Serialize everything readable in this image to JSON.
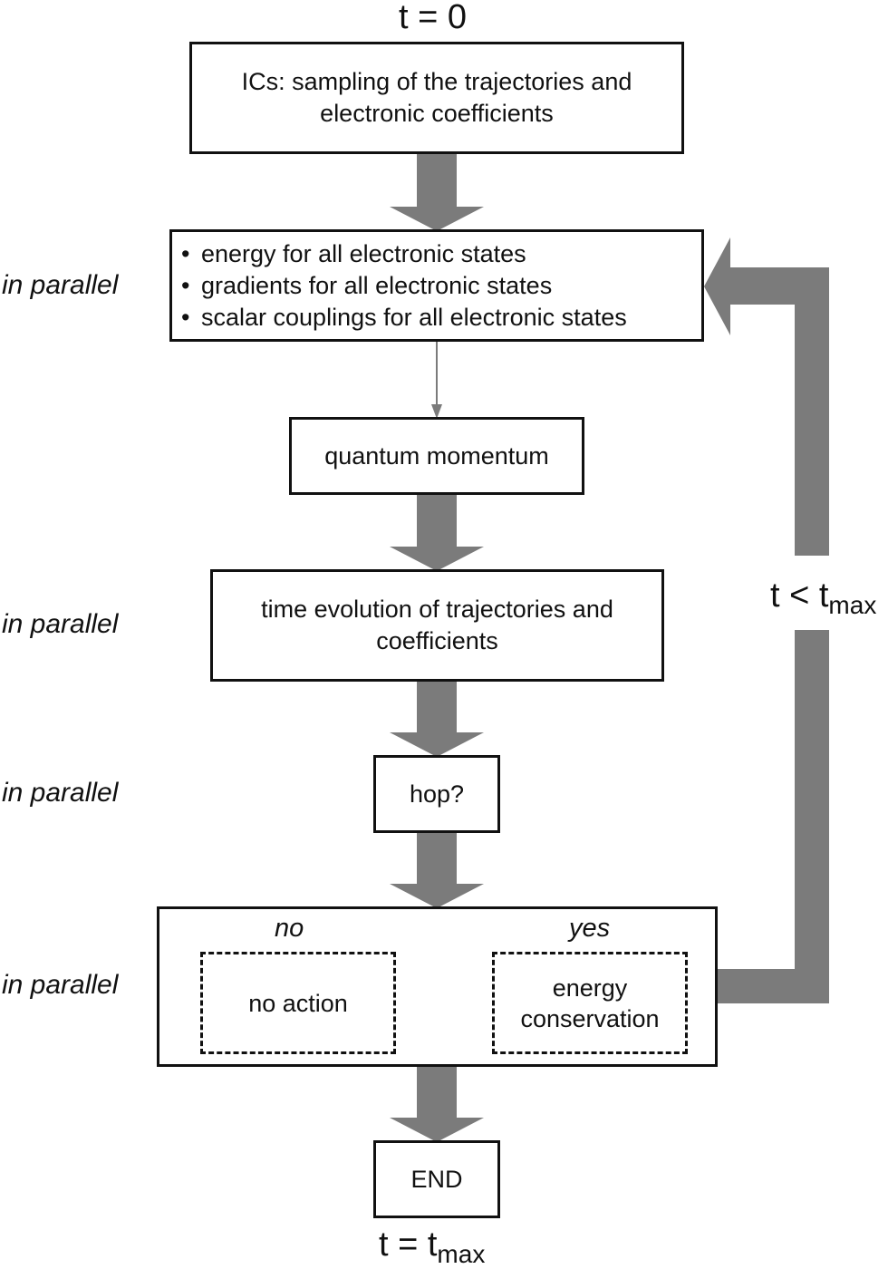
{
  "labels": {
    "t_start": "t = 0",
    "t_end_prefix": "t = t",
    "t_end_sub": "max",
    "loop_prefix": "t < t",
    "loop_sub": "max",
    "parallel": "in parallel"
  },
  "nodes": {
    "init": {
      "line1": "ICs: sampling of the trajectories and",
      "line2": "electronic coefficients"
    },
    "compute": {
      "items": [
        "energy for all electronic states",
        "gradients for all electronic states",
        "scalar couplings for all electronic states"
      ]
    },
    "quantum": "quantum momentum",
    "evolution": {
      "line1": "time evolution of trajectories and",
      "line2": "coefficients"
    },
    "hop": "hop?",
    "decision": {
      "no_label": "no",
      "yes_label": "yes",
      "no_action": "no action",
      "yes_action": {
        "line1": "energy",
        "line2": "conservation"
      }
    },
    "end": "END"
  },
  "colors": {
    "arrow": "#7b7b7b",
    "border": "#111111"
  }
}
